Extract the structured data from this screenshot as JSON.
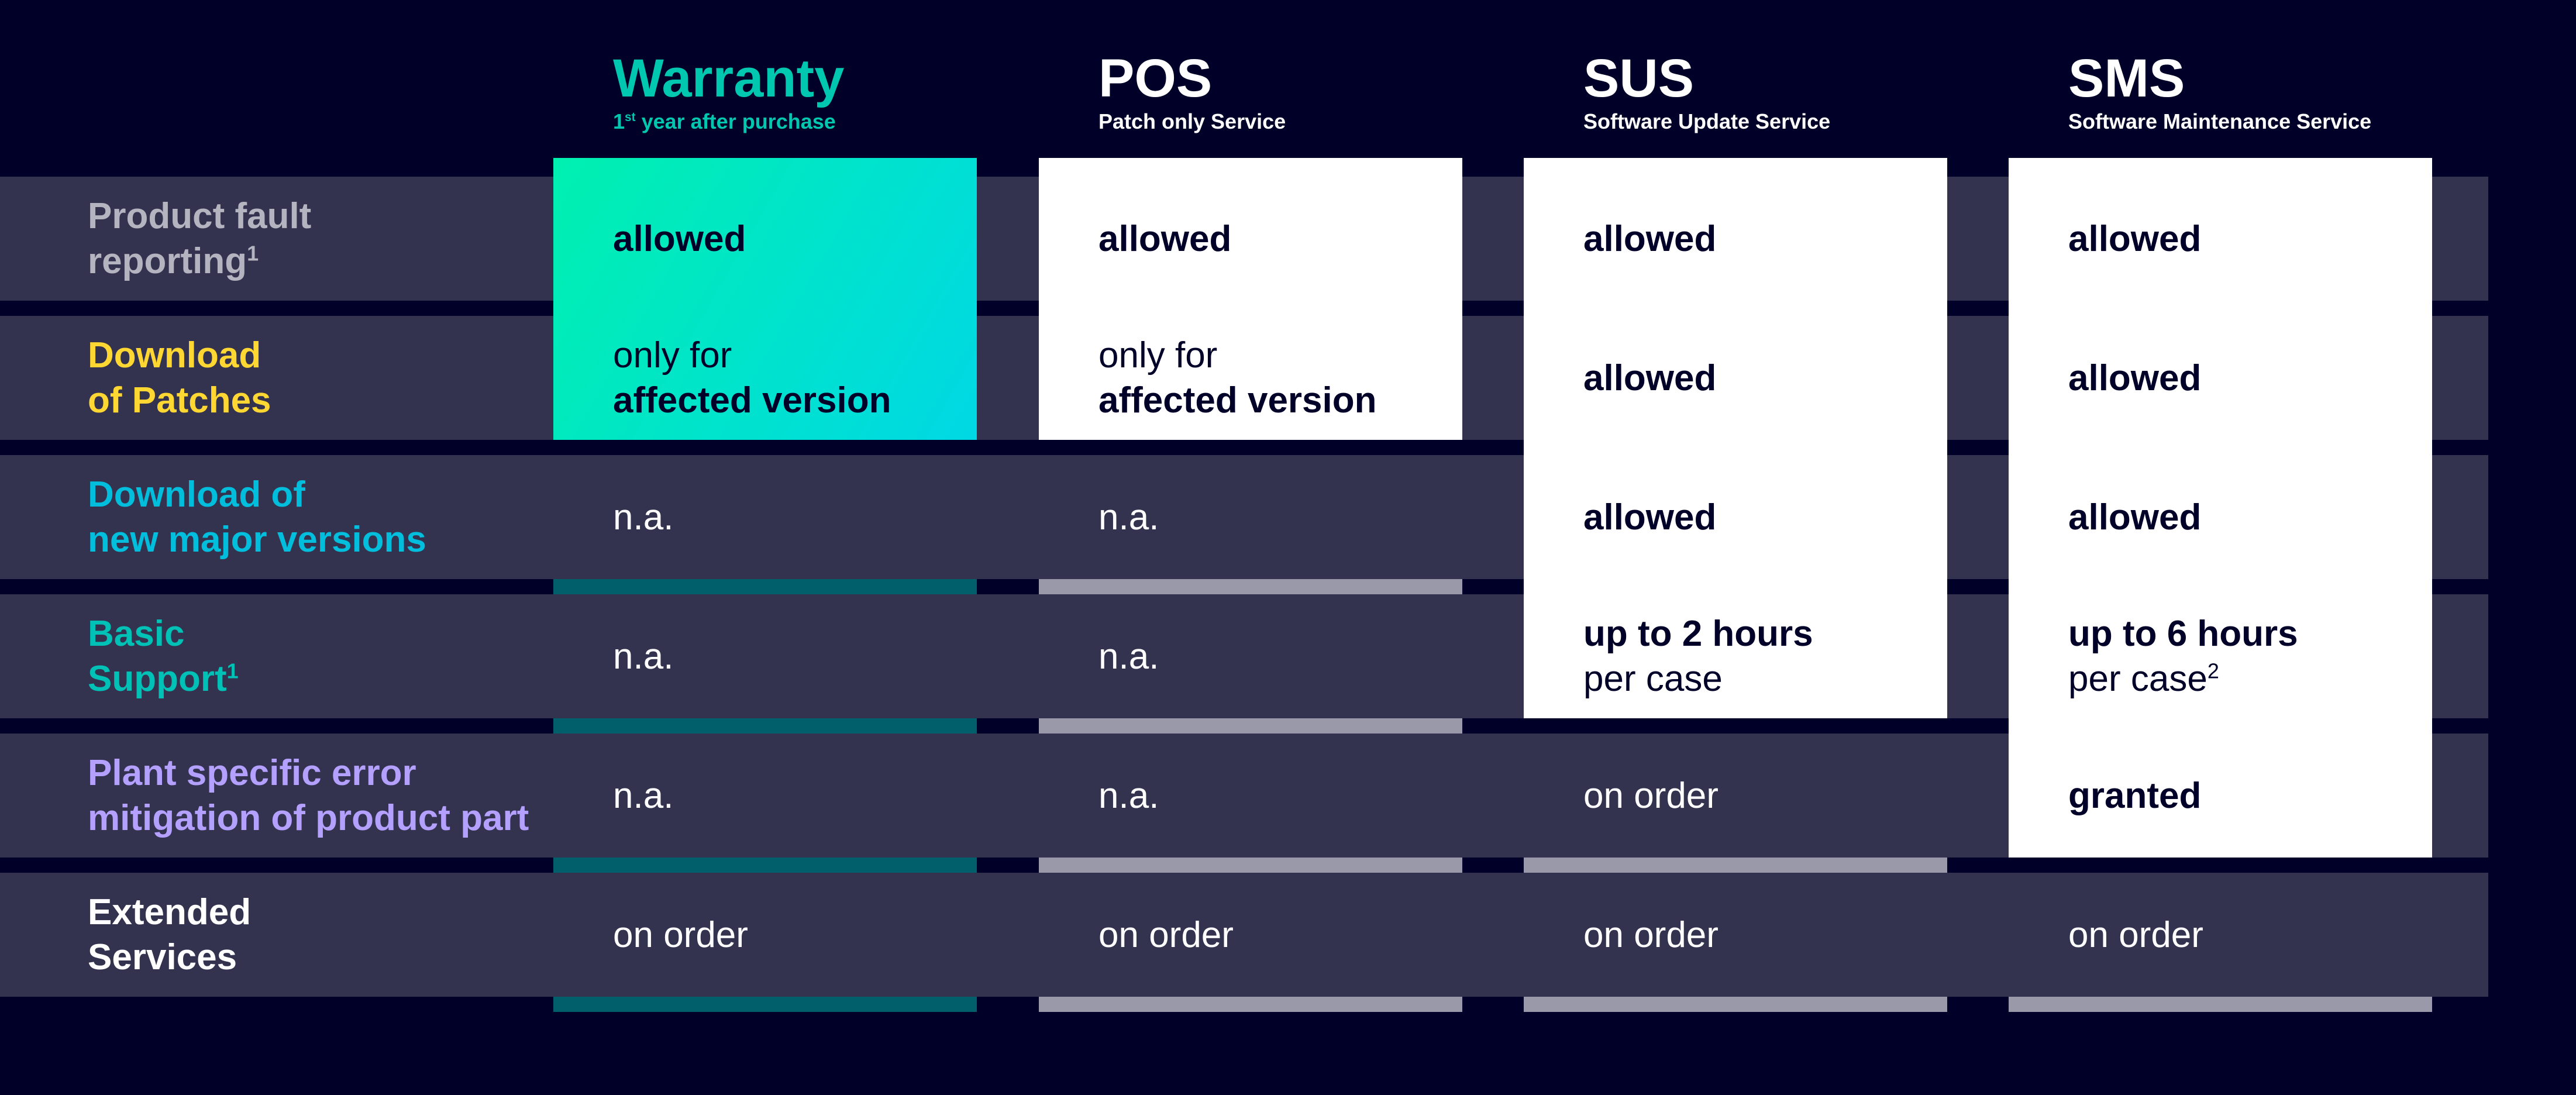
{
  "colors": {
    "background": "#000028",
    "row_bar": "#333350",
    "panel_white": "#ffffff",
    "panel_warranty_gradient": [
      "#00f0b0",
      "#00d8e4"
    ],
    "warranty_title": "#00c7b0",
    "underline_warranty": "#005f6b",
    "underline_other": "#9999aa",
    "cell_text_dark": "#000028",
    "cell_text_light": "#ffffff"
  },
  "columns": [
    {
      "key": "warranty",
      "title": "Warranty",
      "sub_prefix": "1",
      "sub_sup": "st",
      "sub_suffix": " year after purchase",
      "title_color": "#00c7b0"
    },
    {
      "key": "pos",
      "title": "POS",
      "sub": "Patch only Service",
      "title_color": "#ffffff"
    },
    {
      "key": "sus",
      "title": "SUS",
      "sub": "Software Update Service",
      "title_color": "#ffffff"
    },
    {
      "key": "sms",
      "title": "SMS",
      "sub": "Software Maintenance Service",
      "title_color": "#ffffff"
    }
  ],
  "rows": [
    {
      "label_line1": "Product fault",
      "label_line2": "reporting",
      "label_sup": "1",
      "label_color": "#b4b4c0",
      "cells": [
        {
          "bold": "allowed"
        },
        {
          "bold": "allowed"
        },
        {
          "bold": "allowed"
        },
        {
          "bold": "allowed"
        }
      ]
    },
    {
      "label_line1": "Download",
      "label_line2": "of Patches",
      "label_color": "#ffd732",
      "cells": [
        {
          "normal_first": "only for",
          "bold": "affected version"
        },
        {
          "normal_first": "only for",
          "bold": "affected version"
        },
        {
          "bold": "allowed"
        },
        {
          "bold": "allowed"
        }
      ]
    },
    {
      "label_line1": "Download of",
      "label_line2": "new major versions",
      "label_color": "#00bedc",
      "cells": [
        {
          "normal": "n.a."
        },
        {
          "normal": "n.a."
        },
        {
          "bold": "allowed"
        },
        {
          "bold": "allowed"
        }
      ]
    },
    {
      "label_line1": "Basic",
      "label_line2": "Support",
      "label_sup": "1",
      "label_color": "#00c1b6",
      "cells": [
        {
          "normal": "n.a."
        },
        {
          "normal": "n.a."
        },
        {
          "bold": "up to 2 hours",
          "normal_after": "per case"
        },
        {
          "bold": "up to 6 hours",
          "normal_after": "per case",
          "sup_after": "2"
        }
      ]
    },
    {
      "label_line1": "Plant specific error",
      "label_line2": "mitigation of product part",
      "label_color": "#b4a0ff",
      "cells": [
        {
          "normal": "n.a."
        },
        {
          "normal": "n.a."
        },
        {
          "normal": "on order"
        },
        {
          "bold": "granted"
        }
      ]
    },
    {
      "label_line1": "Extended",
      "label_line2": "Services",
      "label_color": "#ffffff",
      "cells": [
        {
          "normal": "on order"
        },
        {
          "normal": "on order"
        },
        {
          "normal": "on order"
        },
        {
          "normal": "on order"
        }
      ]
    }
  ],
  "panel_coverage": {
    "warranty": 2,
    "pos": 2,
    "sus": 4,
    "sms": 5
  }
}
